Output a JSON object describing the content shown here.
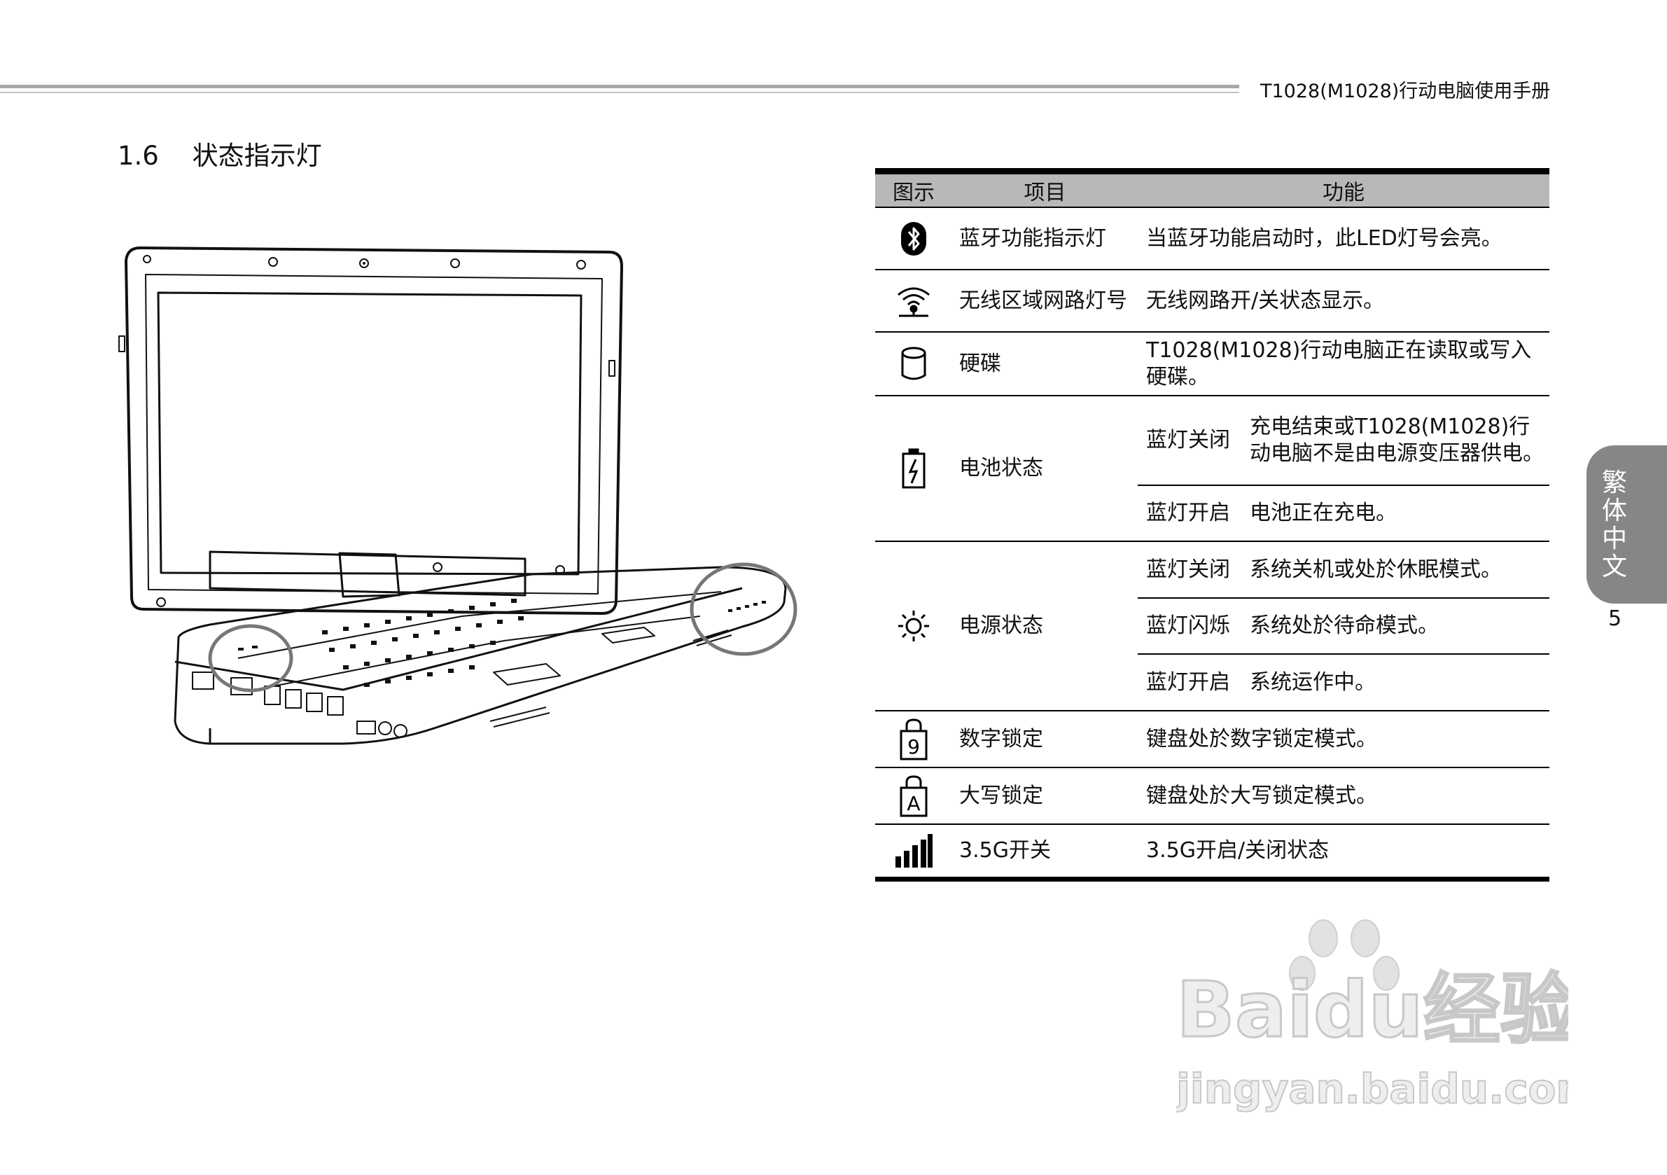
{
  "header": {
    "title": "T1028(M1028)行动电脑使用手册"
  },
  "section": {
    "number": "1.6",
    "title": "状态指示灯"
  },
  "table": {
    "headers": {
      "icon": "图示",
      "item": "项目",
      "function": "功能"
    },
    "rows": [
      {
        "icon": "bluetooth-icon",
        "item": "蓝牙功能指示灯",
        "function": "当蓝牙功能启动时，此LED灯号会亮。"
      },
      {
        "icon": "wireless-lan-icon",
        "item": "无线区域网路灯号",
        "function": "无线网路开/关状态显示。"
      },
      {
        "icon": "hard-disk-icon",
        "item": "硬碟",
        "function": "T1028(M1028)行动电脑正在读取或写入硬碟。"
      },
      {
        "icon": "battery-icon",
        "item": "电池状态",
        "states": [
          {
            "state": "蓝灯关闭",
            "desc": "充电结束或T1028(M1028)行动电脑不是由电源变压器供电。"
          },
          {
            "state": "蓝灯开启",
            "desc": "电池正在充电。"
          }
        ]
      },
      {
        "icon": "power-icon",
        "item": "电源状态",
        "states": [
          {
            "state": "蓝灯关闭",
            "desc": "系统关机或处於休眠模式。"
          },
          {
            "state": "蓝灯闪烁",
            "desc": "系统处於待命模式。"
          },
          {
            "state": "蓝灯开启",
            "desc": "系统运作中。"
          }
        ]
      },
      {
        "icon": "num-lock-icon",
        "item": "数字锁定",
        "function": "键盘处於数字锁定模式。"
      },
      {
        "icon": "caps-lock-icon",
        "item": "大写锁定",
        "function": "键盘处於大写锁定模式。"
      },
      {
        "icon": "signal-3-5g-icon",
        "item": "3.5G开关",
        "function": "3.5G开启/关闭状态"
      }
    ]
  },
  "side_tab": {
    "label": [
      "繁",
      "体",
      "中",
      "文"
    ]
  },
  "page_number": "5",
  "watermark": {
    "brand": "Baidu经验",
    "url": "jingyan.baidu.com"
  }
}
